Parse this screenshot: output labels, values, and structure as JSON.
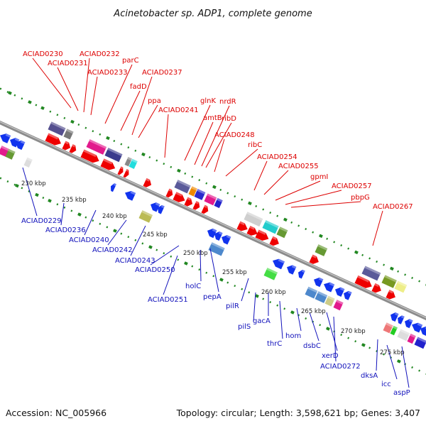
{
  "title": "Acinetobacter sp. ADP1, complete genome",
  "footer": {
    "accession": "Accession: NC_005966",
    "topology": "Topology: circular; Length: 3,598,621 bp; Genes: 3,407"
  },
  "colors": {
    "forward_label": "#dd0000",
    "reverse_label": "#1111bb",
    "forward_arrow": "#ee0000",
    "reverse_arrow": "#1133ee",
    "backbone": "#8c8c8c",
    "tick": "#228822"
  },
  "ticks": [
    "230 kbp",
    "235 kbp",
    "240 kbp",
    "245 kbp",
    "250 kbp",
    "255 kbp",
    "260 kbp",
    "265 kbp",
    "270 kbp",
    "275 kbp"
  ],
  "forward_labels": [
    "ACIAD0230",
    "ACIAD0231",
    "ACIAD0232",
    "ACIAD0233",
    "parC",
    "fadD",
    "ACIAD0237",
    "ppa",
    "ACIAD0241",
    "glnK",
    "amtB",
    "nrdR",
    "ribD",
    "ACIAD0248",
    "ribC",
    "ACIAD0254",
    "ACIAD0255",
    "gpmI",
    "ACIAD0257",
    "pbpG",
    "ACIAD0267"
  ],
  "reverse_labels": [
    "ACIAD0229",
    "ACIAD0236",
    "ACIAD0240",
    "ACIAD0242",
    "ACIAD0243",
    "ACIAD0250",
    "ACIAD0251",
    "holC",
    "pepA",
    "pilR",
    "pilS",
    "gacA",
    "thrC",
    "hom",
    "dsbC",
    "xerD",
    "ACIAD0272",
    "dksA",
    "icc",
    "aspP"
  ]
}
